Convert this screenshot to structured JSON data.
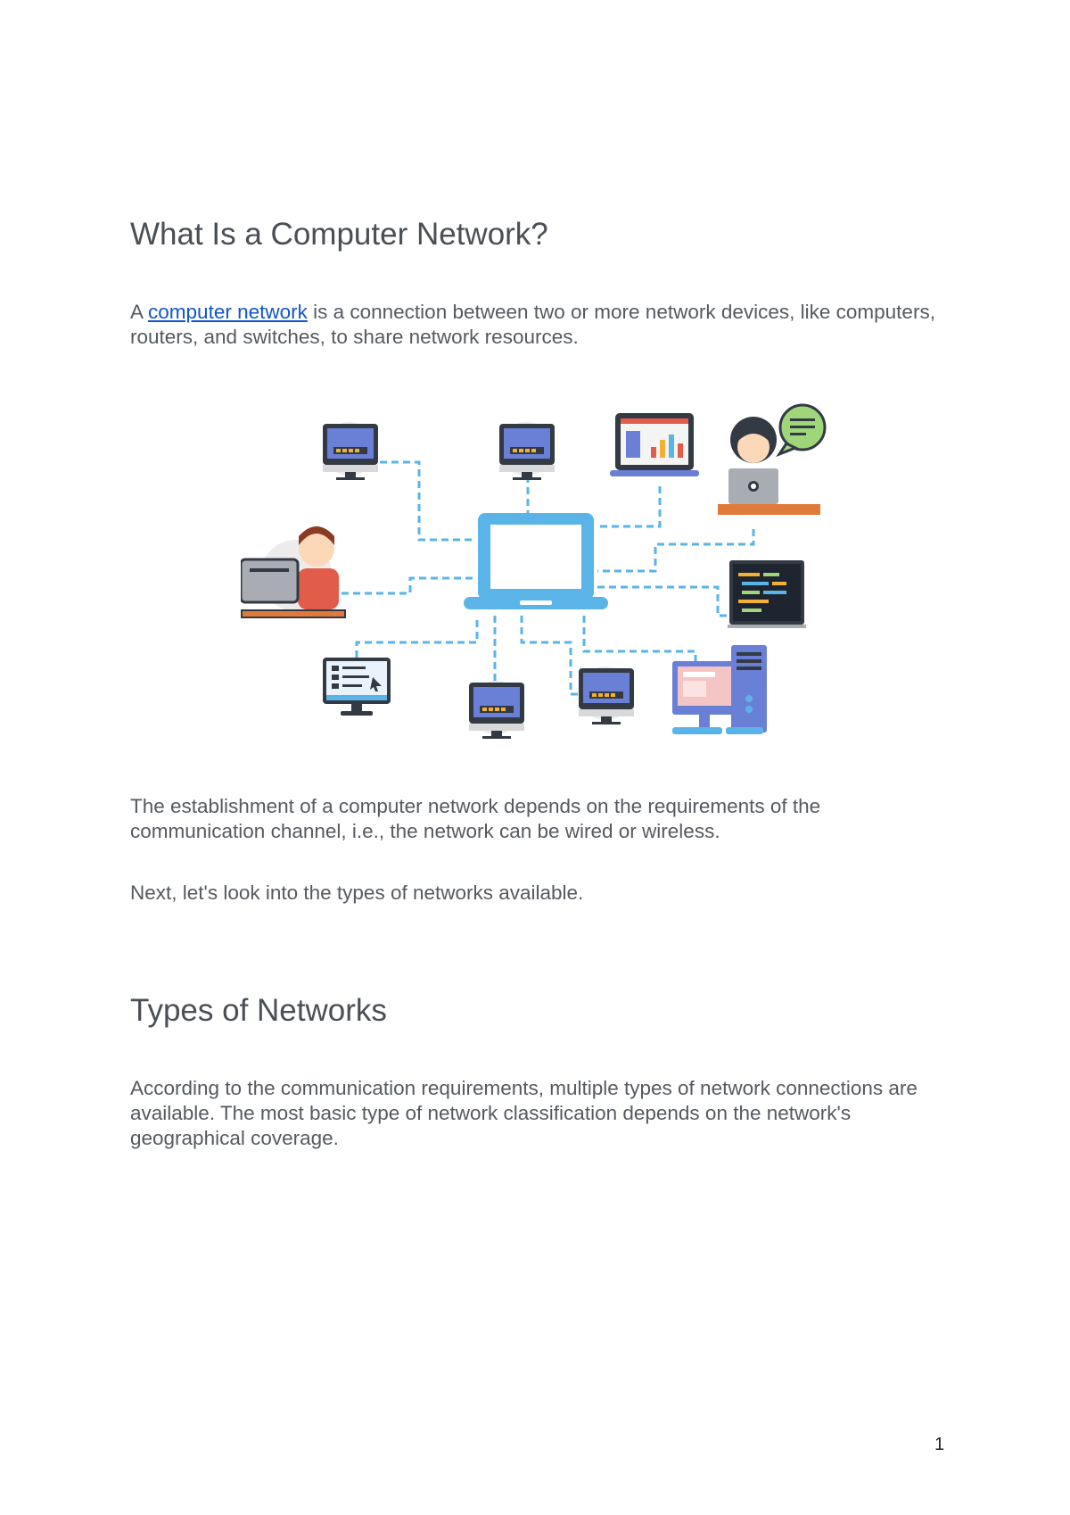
{
  "section1": {
    "title": "What Is a Computer Network?",
    "intro_prefix": "A ",
    "intro_link": "computer network",
    "intro_rest": " is a connection between two or more network devices, like computers, routers, and switches, to share network resources."
  },
  "diagram": {
    "icons": [
      "laptop-icon",
      "monitor-icon",
      "laptop-chart-icon",
      "woman-laptop-icon",
      "chat-bubble-icon",
      "man-computer-icon",
      "code-monitor-icon",
      "list-monitor-icon",
      "desktop-tower-icon"
    ],
    "colors": {
      "line": "#5ab4e8",
      "hub": "#5ab4e8",
      "screen": "#6a7fd6",
      "bezel": "#333a44",
      "accent": "#f2b134",
      "red": "#e25c4a",
      "desk": "#e07a3a"
    }
  },
  "paragraph2": "The establishment of a computer network depends on the requirements of the communication channel, i.e., the network can be wired or wireless.",
  "paragraph3": "Next, let's look into the types of networks available.",
  "section2": {
    "title": "Types of Networks",
    "body": "According to the communication requirements, multiple types of network connections are available. The most basic type of network classification depends on the network's geographical coverage."
  },
  "footer": {
    "page_number": "1"
  }
}
